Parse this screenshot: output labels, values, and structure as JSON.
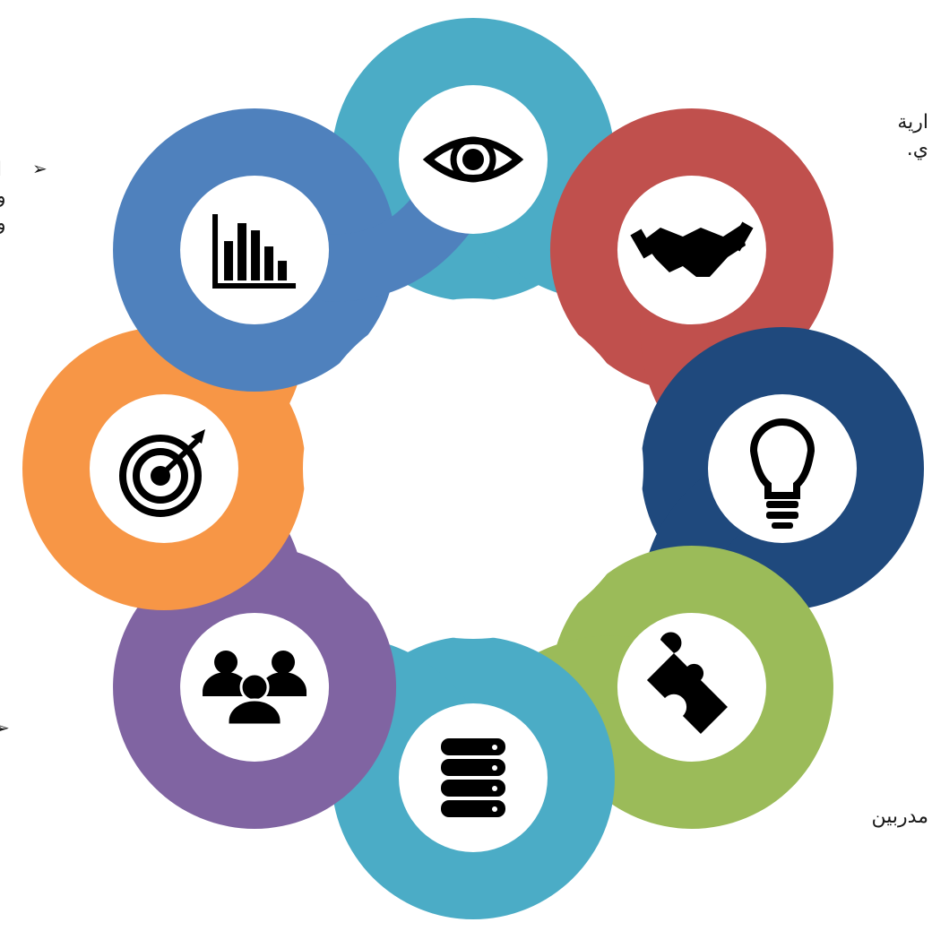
{
  "colors": {
    "teal": "#4BACC6",
    "red": "#C0504D",
    "navy": "#1F497D",
    "green": "#9BBB59",
    "purple": "#8064A2",
    "orange": "#F79646",
    "blue": "#4F81BD",
    "icon": "#000000"
  },
  "segments": [
    {
      "id": "top",
      "color": "teal",
      "icon": "eye-icon"
    },
    {
      "id": "top-right",
      "color": "red",
      "icon": "handshake-icon"
    },
    {
      "id": "right",
      "color": "navy",
      "icon": "lightbulb-icon"
    },
    {
      "id": "bottom-right",
      "color": "green",
      "icon": "puzzle-icon"
    },
    {
      "id": "bottom",
      "color": "teal",
      "icon": "database-icon"
    },
    {
      "id": "bottom-left",
      "color": "purple",
      "icon": "people-icon"
    },
    {
      "id": "left",
      "color": "orange",
      "icon": "target-icon"
    },
    {
      "id": "top-left",
      "color": "blue",
      "icon": "bar-chart-icon"
    }
  ],
  "text_fragments": {
    "left_1": "ا",
    "left_2": "و",
    "left_3": "و",
    "right_1": "ارية",
    "right_2": "ي.",
    "right_3": "مدربين"
  },
  "bullets": {
    "symbol": "➢"
  }
}
